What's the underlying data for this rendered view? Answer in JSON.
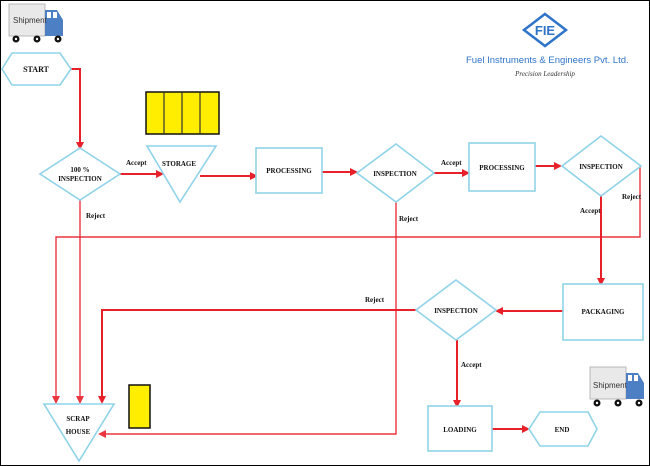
{
  "company": {
    "logo_text": "FIE",
    "name": "Fuel Instruments & Engineers Pvt. Ltd.",
    "tagline": "Precision Leadership",
    "brand_color": "#2e74c9"
  },
  "trucks": {
    "start_label": "Shipment",
    "end_label": "Shipment"
  },
  "nodes": {
    "start": "START",
    "inspection1_line1": "100 %",
    "inspection1_line2": "INSPECTION",
    "storage": "STORAGE",
    "processing1": "PROCESSING",
    "inspection2": "INSPECTION",
    "processing2": "PROCESSING",
    "inspection3": "INSPECTION",
    "packaging": "PACKAGING",
    "inspection4": "INSPECTION",
    "loading": "LOADING",
    "end": "END",
    "scrap_line1": "SCRAP",
    "scrap_line2": "HOUSE"
  },
  "edge_labels": {
    "accept1": "Accept",
    "reject1": "Reject",
    "accept2": "Accept",
    "reject2": "Reject",
    "accept3": "Accept",
    "reject3": "Reject",
    "reject4": "Reject",
    "accept4": "Accept"
  },
  "colors": {
    "flow": "#e8202a",
    "shape_outline": "#8fd3e8",
    "storage_fill": "#ffee00"
  }
}
